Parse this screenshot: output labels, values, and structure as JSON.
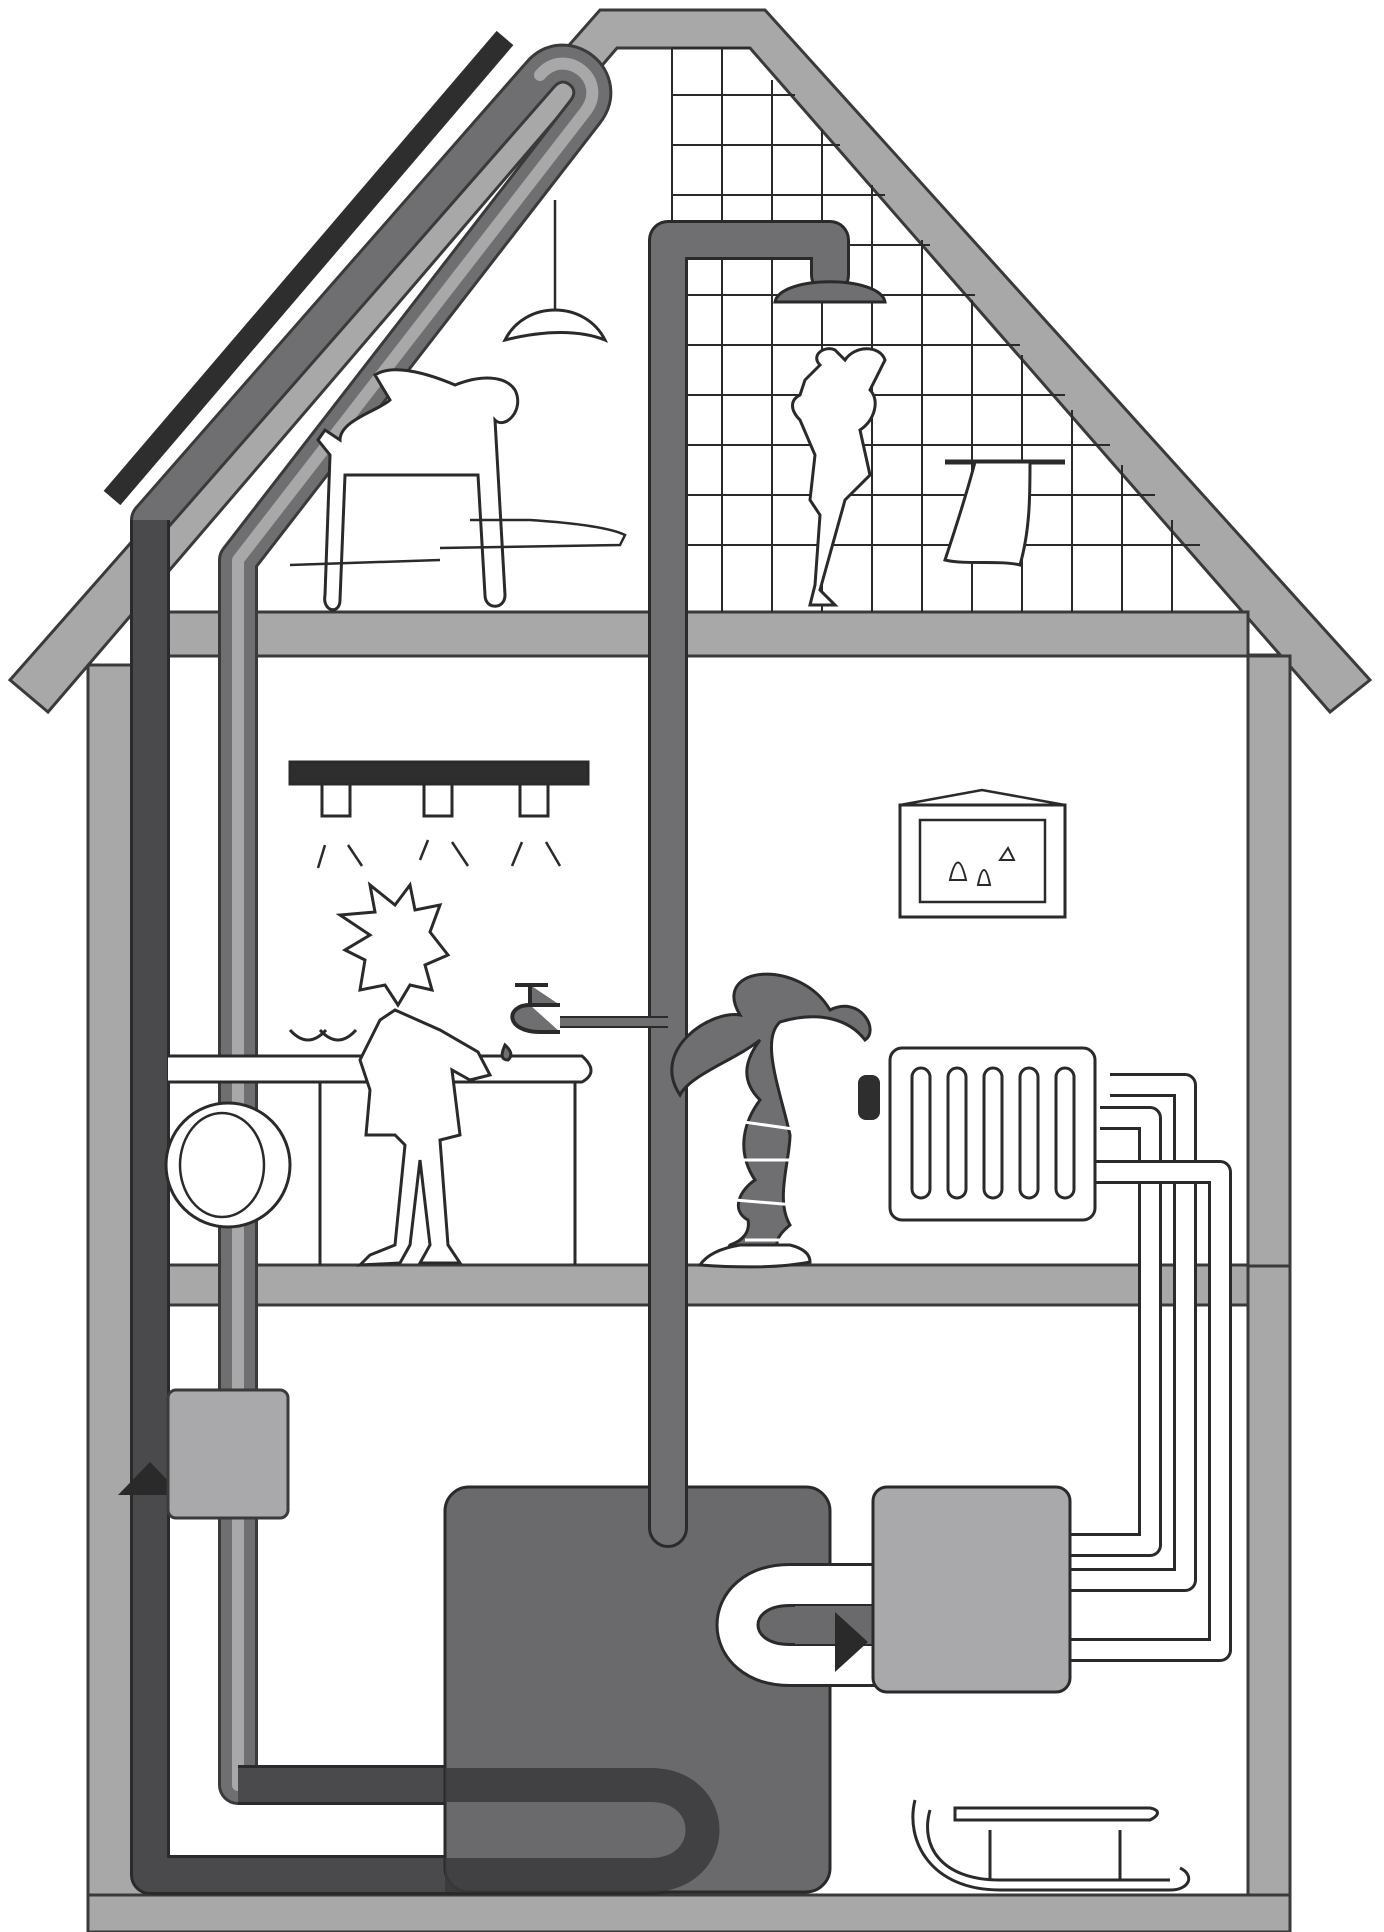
{
  "diagram": {
    "kind": "illustration",
    "subject": "house-solar-thermal-heating-system",
    "text_labels": [],
    "colors": {
      "wall": "#a8a8a8",
      "outline": "#3a3a3a",
      "pipe_hot": "#4a4a4c",
      "pipe_return": "#6f6f72",
      "tank": "#6a6a6d",
      "panel": "#2e2e2e",
      "boiler": "#a9a9ab",
      "line": "#2a2a2a",
      "fill_white": "#ffffff"
    },
    "components": [
      {
        "id": "roof-solar-collector",
        "icon": "solar-panel"
      },
      {
        "id": "solar-supply-pipe",
        "icon": "pipe"
      },
      {
        "id": "solar-return-pipe",
        "icon": "pipe"
      },
      {
        "id": "hot-water-riser",
        "icon": "pipe"
      },
      {
        "id": "storage-tank",
        "icon": "tank"
      },
      {
        "id": "boiler-unit",
        "icon": "boiler"
      },
      {
        "id": "control-box",
        "icon": "control-unit"
      },
      {
        "id": "radiator",
        "icon": "radiator"
      },
      {
        "id": "shower-head",
        "icon": "shower"
      },
      {
        "id": "kitchen-tap",
        "icon": "faucet"
      },
      {
        "id": "flow-arrow-up",
        "icon": "arrow-up"
      },
      {
        "id": "flow-arrow-right",
        "icon": "arrow-right"
      }
    ]
  }
}
